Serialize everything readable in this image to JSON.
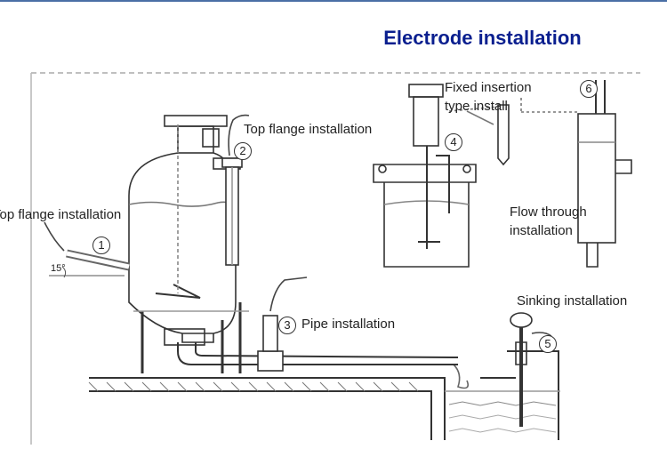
{
  "title": "Electrode installation",
  "colors": {
    "title": "#0a1f8f",
    "top_rule": "#4a6fa5",
    "line": "#333333",
    "ground": "#555555",
    "liquid": "#cfcfcf"
  },
  "labels": {
    "top_flange_right": "Top flange installation",
    "top_flange_left": "Top flange installation",
    "fixed_insertion_line1": "Fixed insertion",
    "fixed_insertion_line2": "type install",
    "flow_through_line1": "Flow through",
    "flow_through_line2": "installation",
    "pipe": "Pipe installation",
    "sinking": "Sinking installation"
  },
  "markers": {
    "m1": "1",
    "m2": "2",
    "m3": "3",
    "m4": "4",
    "m5": "5",
    "m6": "6"
  },
  "angle": "15°"
}
